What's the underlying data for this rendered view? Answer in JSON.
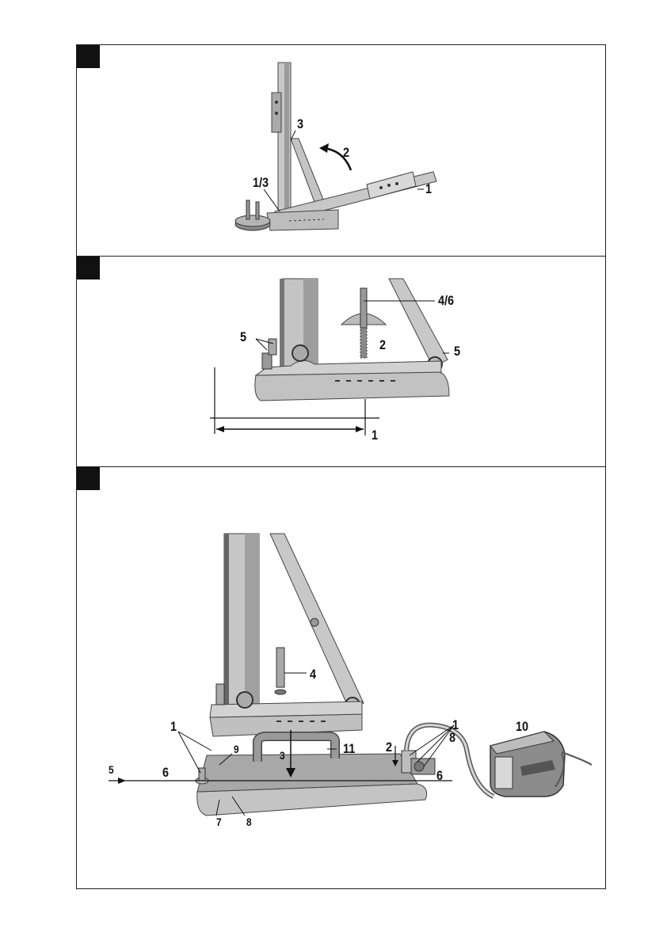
{
  "panel1": {
    "callouts": {
      "c3": "3",
      "c2": "2",
      "c13": "1/3",
      "c1": "1"
    }
  },
  "panel2": {
    "callouts": {
      "c46": "4/6",
      "c5a": "5",
      "c2": "2",
      "c5b": "5",
      "c1": "1"
    }
  },
  "panel3": {
    "callouts": {
      "c4": "4",
      "c1a": "1",
      "c9": "9",
      "c3": "3",
      "c11": "11",
      "c2": "2",
      "c1b": "1",
      "c8a": "8",
      "c10": "10",
      "c5": "5",
      "c6a": "6",
      "c6b": "6",
      "c7": "7",
      "c8b": "8"
    }
  },
  "colors": {
    "metal": "#bdbdbd",
    "metal_dark": "#7a7a7a",
    "outline": "#333333"
  }
}
